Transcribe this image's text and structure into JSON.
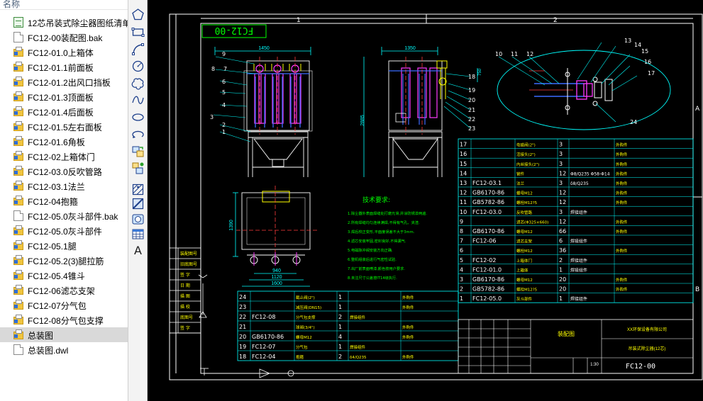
{
  "file_pane": {
    "column_header": "名称",
    "files": [
      {
        "name": "12芯吊装式除尘器图纸清单",
        "icon": "green-document-icon"
      },
      {
        "name": "FC12-00装配图.bak",
        "icon": "document-icon"
      },
      {
        "name": "FC12-01.0上箱体",
        "icon": "dwg-file-icon"
      },
      {
        "name": "FC12-01.1前面板",
        "icon": "dwg-file-icon"
      },
      {
        "name": "FC12-01.2出风口挡板",
        "icon": "dwg-file-icon"
      },
      {
        "name": "FC12-01.3顶面板",
        "icon": "dwg-file-icon"
      },
      {
        "name": "FC12-01.4后面板",
        "icon": "dwg-file-icon"
      },
      {
        "name": "FC12-01.5左右面板",
        "icon": "dwg-file-icon"
      },
      {
        "name": "FC12-01.6角板",
        "icon": "dwg-file-icon"
      },
      {
        "name": "FC12-02上箱体门",
        "icon": "dwg-file-icon"
      },
      {
        "name": "FC12-03.0反吹管路",
        "icon": "dwg-file-icon"
      },
      {
        "name": "FC12-03.1法兰",
        "icon": "dwg-file-icon"
      },
      {
        "name": "FC12-04抱箍",
        "icon": "dwg-file-icon"
      },
      {
        "name": "FC12-05.0灰斗部件.bak",
        "icon": "document-icon"
      },
      {
        "name": "FC12-05.0灰斗部件",
        "icon": "dwg-file-icon"
      },
      {
        "name": "FC12-05.1腿",
        "icon": "dwg-file-icon"
      },
      {
        "name": "FC12-05.2(3)腿拉筋",
        "icon": "dwg-file-icon"
      },
      {
        "name": "FC12-05.4锥斗",
        "icon": "dwg-file-icon"
      },
      {
        "name": "FC12-06滤芯支架",
        "icon": "dwg-file-icon"
      },
      {
        "name": "FC12-07分气包",
        "icon": "dwg-file-icon"
      },
      {
        "name": "FC12-08分气包支撑",
        "icon": "dwg-file-icon"
      },
      {
        "name": "总装图",
        "icon": "dwg-file-icon",
        "selected": true
      },
      {
        "name": "总装图.dwl",
        "icon": "document-icon"
      }
    ]
  },
  "toolbar": {
    "tools": [
      "polygon-icon",
      "rectangle-icon",
      "arc-icon",
      "circle-icon",
      "revision-cloud-icon",
      "spline-icon",
      "ellipse-icon",
      "ellipse-arc-icon",
      "insert-block-icon",
      "make-block-icon",
      "point-icon",
      "hatch-icon",
      "gradient-icon",
      "region-icon",
      "table-icon"
    ],
    "multiline_text_label": "A"
  },
  "drawing": {
    "colors": {
      "background": "#000000",
      "frame": "#ffffff",
      "tables": "#00ffff",
      "notes": "#00ff00",
      "dimensions": "#00ffff",
      "centerlines": "#ff3b3b",
      "filters": "#ff3bff",
      "pipes": "#3b6bff",
      "yellow": "#ffff00"
    },
    "drawing_number": "FC12-00",
    "zone_labels": {
      "top_1": "1",
      "top_2": "2",
      "right_a": "A",
      "right_b": "B"
    },
    "dimensions": {
      "front_width": "1450",
      "side_width": "1350",
      "side_height": "2885",
      "plan_depth": "1390",
      "plan_940": "940",
      "plan_1120": "1120",
      "plan_1600": "1600",
      "detail_750": "750"
    },
    "balloons_left": [
      "9",
      "8",
      "7",
      "6",
      "5",
      "4",
      "3",
      "2",
      "1"
    ],
    "balloons_side": [
      "18",
      "19",
      "20",
      "21",
      "22",
      "23"
    ],
    "balloons_detail": [
      "10",
      "11",
      "12",
      "13",
      "14",
      "15",
      "16",
      "17",
      "24"
    ],
    "notes_title": "技术要求:",
    "notes": [
      "1.除尘器外表面焊缝处打磨光滑,并涂防锈漆两遍.",
      "2.所有焊缝均匀连续满焊,不得有气孔、夹渣.",
      "3.焊后校正变形,平面度误差不大于3mm.",
      "4.滤芯安装牢固,密封良好,不得漏气.",
      "5.电磁脉冲阀安装方向正确.",
      "6.整机组装后进行气密性试验.",
      "7.出厂前表面喷漆,颜色按用户要求.",
      "8.未注尺寸公差按IT14级执行."
    ],
    "parts_right": [
      {
        "no": "17",
        "code": "",
        "name": "电磁阀(2\")",
        "qty": "3",
        "mat": "",
        "note": "外购件"
      },
      {
        "no": "16",
        "code": "",
        "name": "活接头(2\")",
        "qty": "3",
        "mat": "",
        "note": "外购件"
      },
      {
        "no": "15",
        "code": "",
        "name": "内丝接头(2\")",
        "qty": "3",
        "mat": "",
        "note": "外购件"
      },
      {
        "no": "14",
        "code": "",
        "name": "管件",
        "qty": "12",
        "mat": "Φ8/Q235 Φ58-Φ14",
        "note": "外购件"
      },
      {
        "no": "13",
        "code": "FC12-03.1",
        "name": "法兰",
        "qty": "3",
        "mat": "δ8/Q235",
        "note": "外购件"
      },
      {
        "no": "12",
        "code": "GB6170-86",
        "name": "螺母M12",
        "qty": "12",
        "mat": "",
        "note": "外购件"
      },
      {
        "no": "11",
        "code": "GB5782-86",
        "name": "螺栓M12?5",
        "qty": "12",
        "mat": "",
        "note": "外购件"
      },
      {
        "no": "10",
        "code": "FC12-03.0",
        "name": "反吹管路",
        "qty": "3",
        "mat": "焊接组件",
        "note": ""
      },
      {
        "no": "9",
        "code": "",
        "name": "滤芯(Φ325×660)",
        "qty": "12",
        "mat": "",
        "note": "外购件"
      },
      {
        "no": "8",
        "code": "GB6170-86",
        "name": "螺母M12",
        "qty": "66",
        "mat": "",
        "note": "外购件"
      },
      {
        "no": "7",
        "code": "FC12-06",
        "name": "滤芯支架",
        "qty": "6",
        "mat": "焊接组件",
        "note": ""
      },
      {
        "no": "6",
        "code": "",
        "name": "螺栓M12",
        "qty": "36",
        "mat": "",
        "note": "外购件"
      },
      {
        "no": "5",
        "code": "FC12-02",
        "name": "上箱体门",
        "qty": "2",
        "mat": "焊接组件",
        "note": ""
      },
      {
        "no": "4",
        "code": "FC12-01.0",
        "name": "上箱体",
        "qty": "1",
        "mat": "焊接组件",
        "note": ""
      },
      {
        "no": "3",
        "code": "GB6170-86",
        "name": "螺母M12",
        "qty": "20",
        "mat": "",
        "note": "外购件"
      },
      {
        "no": "2",
        "code": "GB5782-86",
        "name": "螺栓M12?5",
        "qty": "20",
        "mat": "",
        "note": "外购件"
      },
      {
        "no": "1",
        "code": "FC12-05.0",
        "name": "灰斗部件",
        "qty": "1",
        "mat": "焊接组件",
        "note": ""
      }
    ],
    "parts_bottom": [
      {
        "no": "24",
        "code": "",
        "name": "截止阀(2\")",
        "qty": "1",
        "mat": "",
        "note": "外购件"
      },
      {
        "no": "23",
        "code": "",
        "name": "减压阀(DN15)",
        "qty": "1",
        "mat": "",
        "note": "外购件"
      },
      {
        "no": "22",
        "code": "FC12-08",
        "name": "分气包支撑",
        "qty": "2",
        "mat": "焊接组件",
        "note": ""
      },
      {
        "no": "21",
        "code": "",
        "name": "球阀(3/4\")",
        "qty": "1",
        "mat": "",
        "note": "外购件"
      },
      {
        "no": "20",
        "code": "GB6170-86",
        "name": "螺母M12",
        "qty": "4",
        "mat": "",
        "note": "外购件"
      },
      {
        "no": "19",
        "code": "FC12-07",
        "name": "分气包",
        "qty": "1",
        "mat": "焊接组件",
        "note": ""
      },
      {
        "no": "18",
        "code": "FC12-04",
        "name": "抱箍",
        "qty": "2",
        "mat": "δ4/Q235",
        "note": "外购件"
      }
    ],
    "title_block": {
      "drawing_title": "装配图",
      "company": "XX环保设备有限公司",
      "product": "吊装式除尘器(12芯)",
      "scale": "1:30",
      "number": "FC12-00"
    }
  }
}
